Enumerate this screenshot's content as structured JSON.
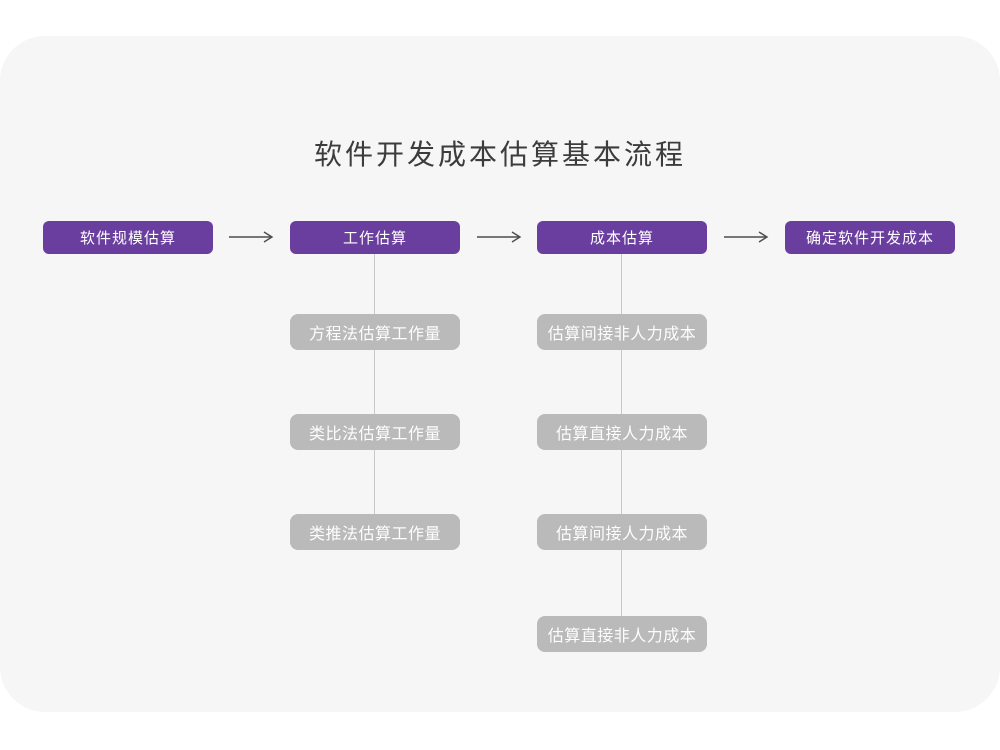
{
  "title": "软件开发成本估算基本流程",
  "colors": {
    "page_bg": "#ffffff",
    "card_bg": "#f6f6f7",
    "primary_purple": "#6a3e9e",
    "node_gray": "#bababa",
    "node_text": "#ffffff",
    "connector_line": "#c8c8c8",
    "arrow": "#4d4d4d",
    "title_text": "#3c3c3c"
  },
  "flow": {
    "main_steps": [
      {
        "label": "软件规模估算"
      },
      {
        "label": "工作估算"
      },
      {
        "label": "成本估算"
      },
      {
        "label": "确定软件开发成本"
      }
    ],
    "work_methods": [
      "方程法估算工作量",
      "类比法估算工作量",
      "类推法估算工作量"
    ],
    "cost_methods": [
      "估算间接非人力成本",
      "估算直接人力成本",
      "估算间接人力成本",
      "估算直接非人力成本"
    ]
  }
}
